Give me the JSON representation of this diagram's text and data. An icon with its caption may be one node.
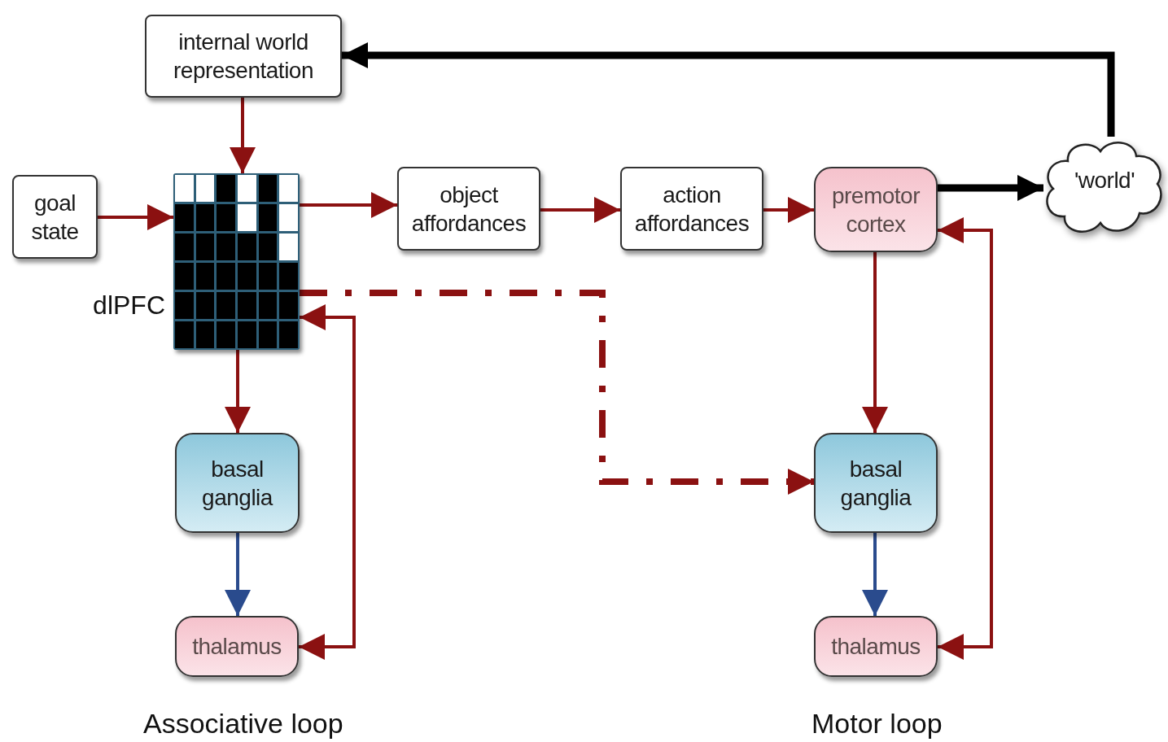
{
  "diagram": {
    "nodes": [
      {
        "text": [
          "internal world representation"
        ]
      },
      {
        "text": [
          "goal state"
        ]
      },
      {
        "text": [],
        "shape": "grid",
        "beside": [
          "dlPFC"
        ]
      },
      {
        "text": [
          "object affordances"
        ]
      },
      {
        "text": [
          "action affordances"
        ]
      },
      {
        "text": [
          "premotor cortex"
        ]
      },
      {
        "text": [
          "'world'"
        ]
      },
      {
        "text": [
          "basal ganglia"
        ]
      },
      {
        "text": [
          "basal ganglia"
        ]
      },
      {
        "text": [
          "thalamus"
        ]
      },
      {
        "text": [
          "thalamus"
        ]
      }
    ],
    "edges": [
      {
        "from": 0,
        "to": 2,
        "arrow": "to"
      },
      {
        "from": 1,
        "to": 2,
        "arrow": "to"
      },
      {
        "from": 2,
        "to": 3,
        "arrow": "to"
      },
      {
        "from": 3,
        "to": 4,
        "arrow": "to"
      },
      {
        "from": 4,
        "to": 5,
        "arrow": "to"
      },
      {
        "from": 5,
        "to": 6,
        "arrow": "to",
        "style": "thick",
        "color": "#000000"
      },
      {
        "from": 6,
        "to": 0,
        "arrow": "to",
        "style": "thick",
        "color": "#000000"
      },
      {
        "from": 2,
        "to": 7,
        "arrow": "to"
      },
      {
        "from": 7,
        "to": 9,
        "arrow": "to",
        "color": "#2a4b8d"
      },
      {
        "from": 2,
        "to": 8,
        "arrow": "to",
        "style": "dashed"
      },
      {
        "from": 5,
        "to": 8,
        "arrow": "to"
      },
      {
        "from": 8,
        "to": 10,
        "arrow": "to",
        "color": "#2a4b8d"
      },
      {
        "from": 9,
        "to": 2,
        "arrow": "both"
      },
      {
        "from": 10,
        "to": 5,
        "arrow": "both"
      }
    ],
    "labels": [
      "Associative loop",
      "Motor loop"
    ]
  }
}
